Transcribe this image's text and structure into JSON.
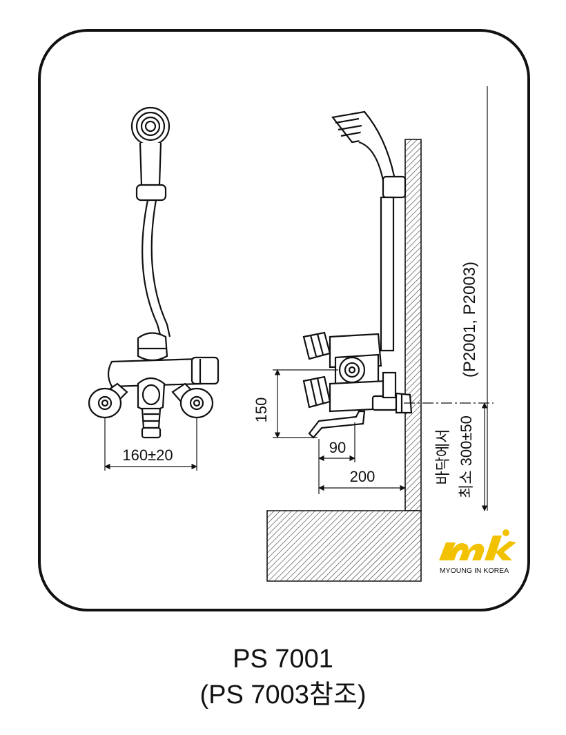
{
  "dimensions": {
    "front_width": "160±20",
    "height_150": "150",
    "depth_90": "90",
    "depth_200": "200",
    "floor_label_line1": "바닥에서",
    "floor_label_line2": "최소 300±50",
    "pipe_ref": "(P2001, P2003)"
  },
  "logo": {
    "mark": "mk",
    "tagline": "MYOUNG IN KOREA",
    "color": "#f2c200"
  },
  "captions": {
    "model": "PS 7001",
    "reference": "(PS 7003참조)"
  }
}
